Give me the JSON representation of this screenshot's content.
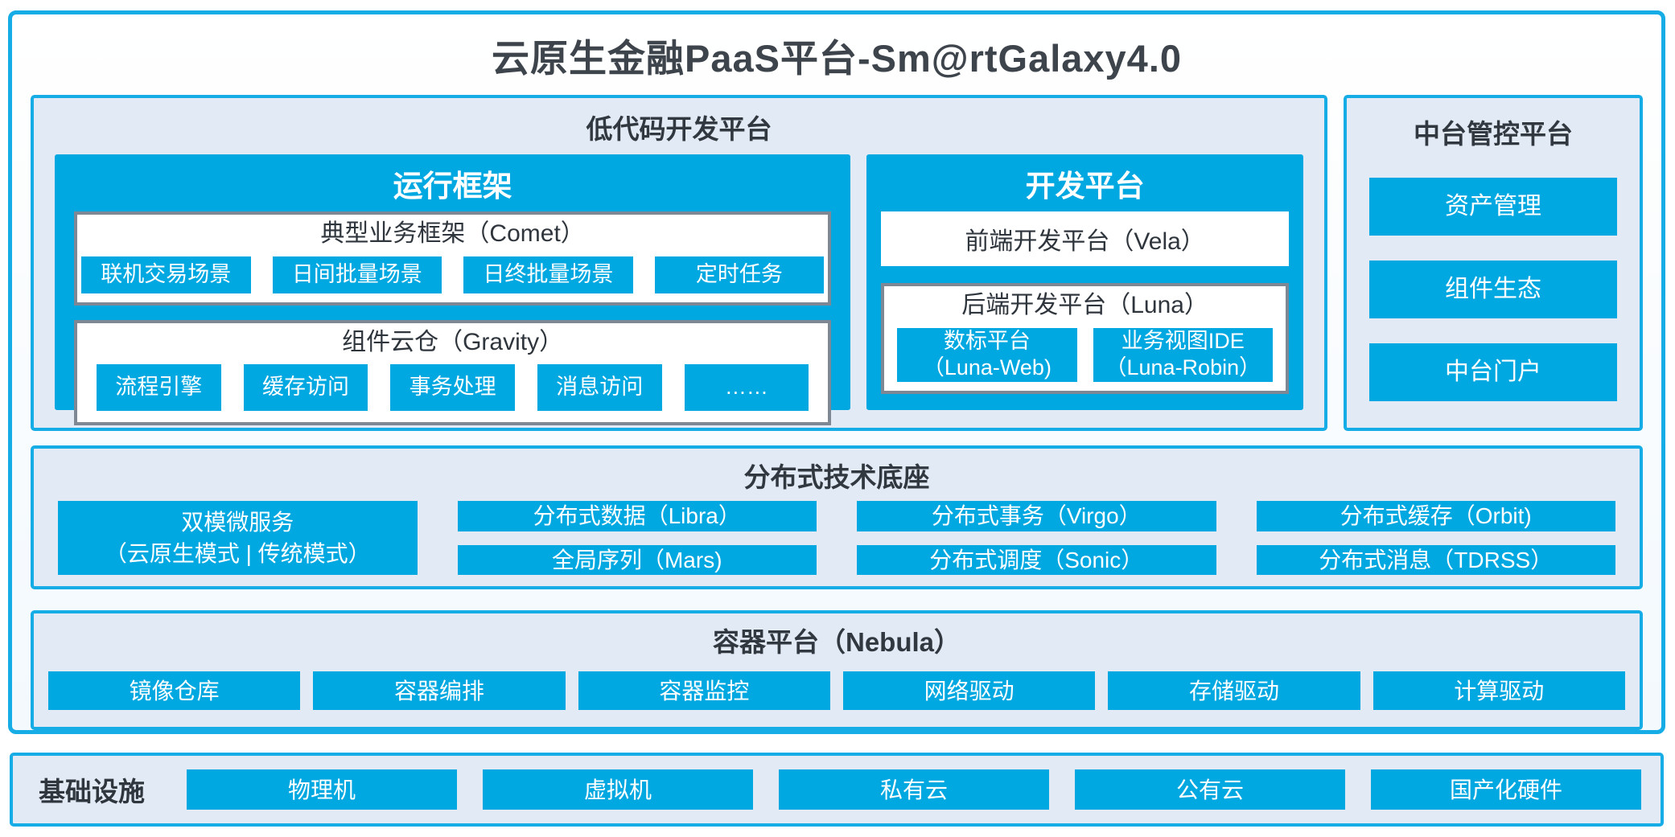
{
  "title": "云原生金融PaaS平台-Sm@rtGalaxy4.0",
  "colors": {
    "accent_blue": "#00a8e1",
    "border_blue": "#16ace5",
    "panel_fill": "#e2eaf5",
    "gray_box_border": "#7d8894",
    "dark_text": "#32383f",
    "button_text": "#ffffff"
  },
  "low_code_platform": {
    "title": "低代码开发平台",
    "runtime_framework": {
      "title": "运行框架",
      "comet": {
        "title": "典型业务框架（Comet）",
        "items": [
          "联机交易场景",
          "日间批量场景",
          "日终批量场景",
          "定时任务"
        ]
      },
      "gravity": {
        "title": "组件云仓（Gravity）",
        "items": [
          "流程引擎",
          "缓存访问",
          "事务处理",
          "消息访问",
          "……"
        ]
      }
    },
    "dev_platform": {
      "title": "开发平台",
      "vela": "前端开发平台（Vela）",
      "luna": {
        "title": "后端开发平台（Luna）",
        "items": [
          {
            "line1": "数标平台",
            "line2": "（Luna-Web)"
          },
          {
            "line1": "业务视图IDE",
            "line2": "（Luna-Robin）"
          }
        ]
      }
    }
  },
  "mid_platform": {
    "title": "中台管控平台",
    "items": [
      "资产管理",
      "组件生态",
      "中台门户"
    ]
  },
  "distributed_base": {
    "title": "分布式技术底座",
    "dual_mode": {
      "line1": "双模微服务",
      "line2": "（云原生模式 | 传统模式）"
    },
    "columns": [
      [
        "分布式数据（Libra）",
        "全局序列（Mars)"
      ],
      [
        "分布式事务（Virgo）",
        "分布式调度（Sonic）"
      ],
      [
        "分布式缓存（Orbit)",
        "分布式消息（TDRSS）"
      ]
    ]
  },
  "container_platform": {
    "title": "容器平台（Nebula）",
    "items": [
      "镜像仓库",
      "容器编排",
      "容器监控",
      "网络驱动",
      "存储驱动",
      "计算驱动"
    ]
  },
  "infrastructure": {
    "title": "基础设施",
    "items": [
      "物理机",
      "虚拟机",
      "私有云",
      "公有云",
      "国产化硬件"
    ]
  }
}
